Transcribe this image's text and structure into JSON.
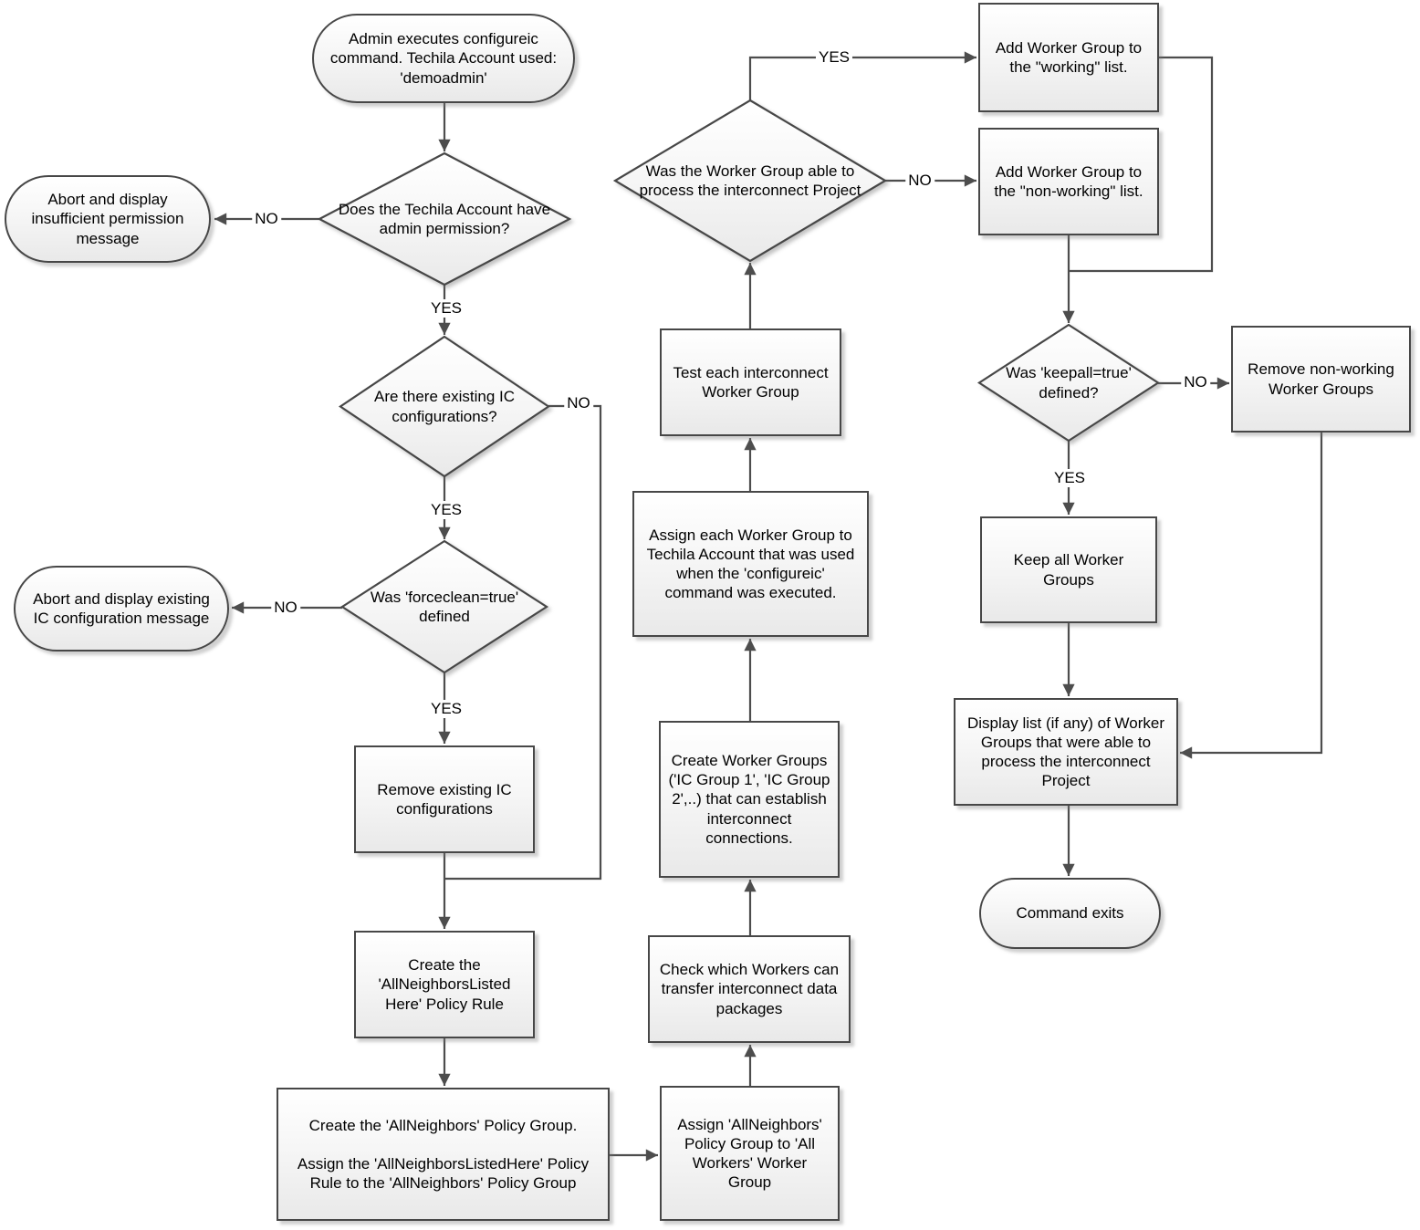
{
  "nodes": {
    "start": {
      "label": "Admin executes configureic command. Techila Account used: 'demoadmin'"
    },
    "admin_check": {
      "label": "Does the Techila Account have admin permission?"
    },
    "abort_insufficient": {
      "label": "Abort and display insufficient permission message"
    },
    "existing_ic_check": {
      "label": "Are there existing IC configurations?"
    },
    "abort_existing": {
      "label": "Abort and display existing IC configuration message"
    },
    "forceclean_check": {
      "label": "Was 'forceclean=true' defined"
    },
    "remove_existing": {
      "label": "Remove existing IC configurations"
    },
    "create_policy_rule": {
      "label": "Create the 'AllNeighborsListed Here' Policy Rule"
    },
    "create_policy_group": {
      "label": "Create the 'AllNeighbors' Policy Group.\n\nAssign the 'AllNeighborsListedHere' Policy Rule to the 'AllNeighbors' Policy Group"
    },
    "assign_policy_group": {
      "label": "Assign 'AllNeighbors' Policy Group to 'All Workers' Worker Group"
    },
    "check_workers": {
      "label": "Check which Workers can transfer interconnect data packages"
    },
    "create_worker_groups": {
      "label": "Create Worker Groups ('IC Group 1', 'IC Group 2',..) that can establish interconnect connections."
    },
    "assign_each_worker_group": {
      "label": "Assign each Worker Group to Techila Account that was used when the 'configureic' command was executed."
    },
    "test_each": {
      "label": "Test each interconnect Worker Group"
    },
    "worker_group_check": {
      "label": "Was the Worker Group able to process the interconnect Project"
    },
    "add_working": {
      "label": "Add Worker Group to the \"working\" list."
    },
    "add_nonworking": {
      "label": "Add Worker Group to the \"non-working\" list."
    },
    "keepall_check": {
      "label": "Was 'keepall=true' defined?"
    },
    "remove_nonworking": {
      "label": "Remove non-working Worker Groups"
    },
    "keep_all": {
      "label": "Keep all Worker Groups"
    },
    "display_list": {
      "label": "Display list (if any) of Worker Groups that were able to process the interconnect Project"
    },
    "command_exits": {
      "label": "Command exits"
    }
  },
  "edge_labels": {
    "admin_no": "NO",
    "admin_yes": "YES",
    "existing_no": "NO",
    "existing_yes": "YES",
    "forceclean_no": "NO",
    "forceclean_yes": "YES",
    "wg_yes": "YES",
    "wg_no": "NO",
    "keepall_no": "NO",
    "keepall_yes": "YES"
  }
}
